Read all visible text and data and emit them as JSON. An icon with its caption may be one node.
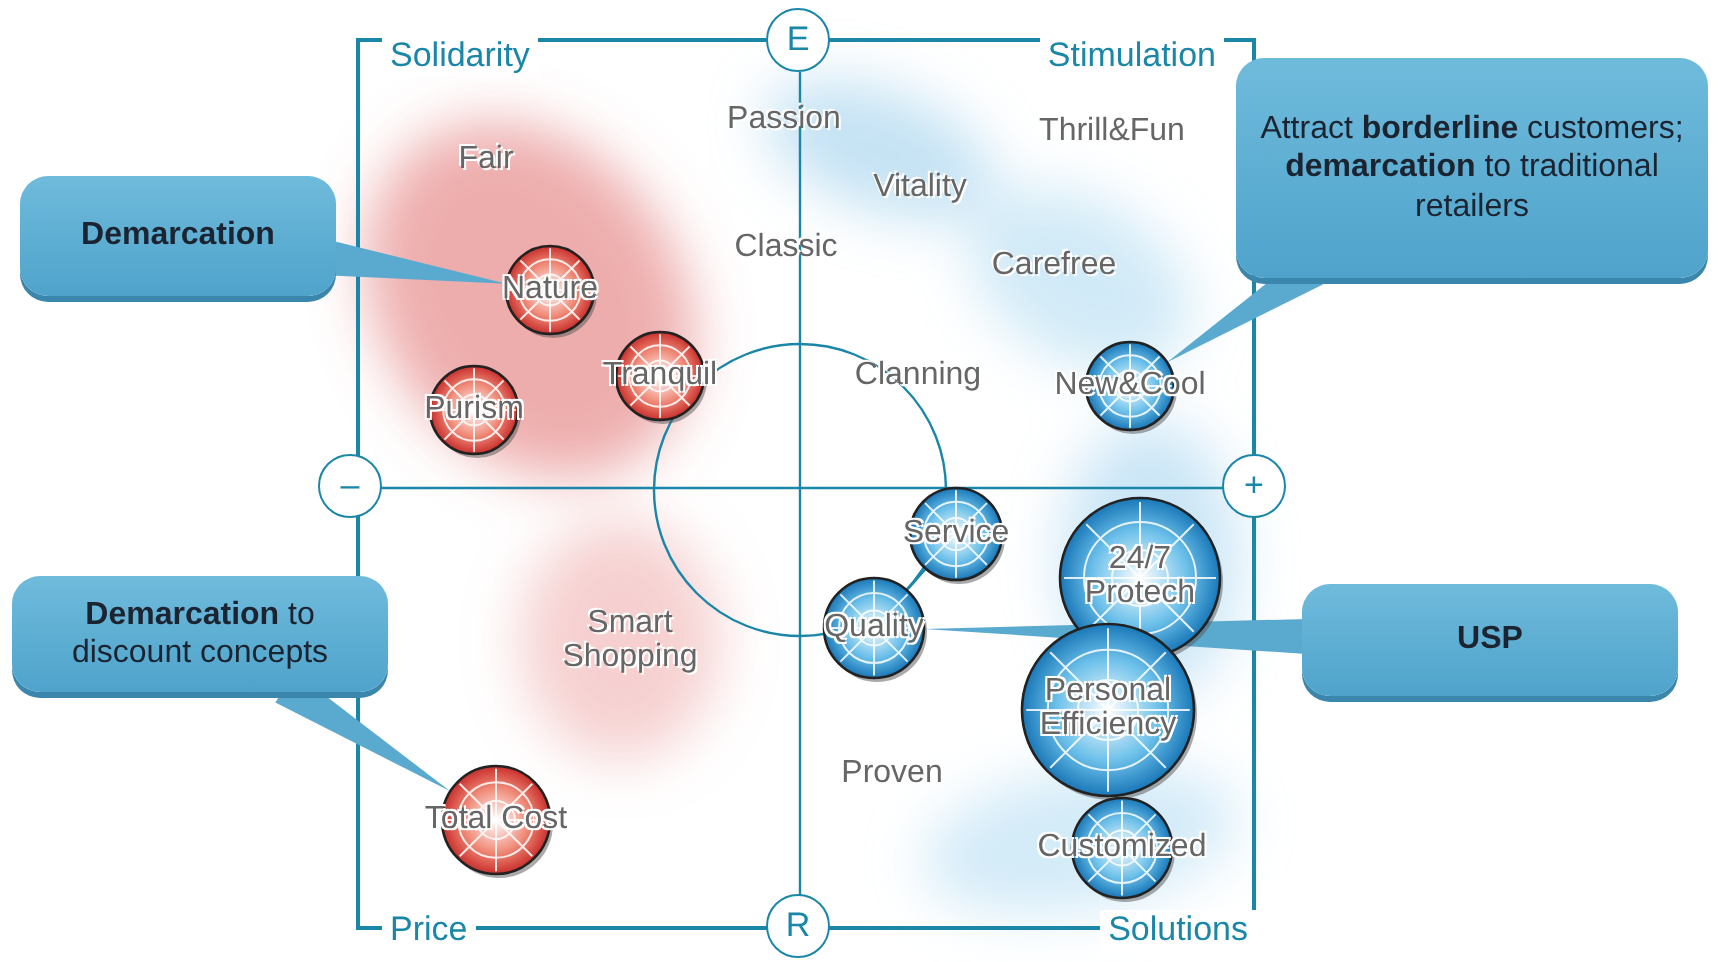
{
  "diagram": {
    "nodes": [
      {
        "text": [
          "**Demarcation**"
        ]
      },
      {
        "text": [
          "**Demarcation** to discount concepts"
        ]
      },
      {
        "text": [
          "Attract **borderline** customers; **demarcation** to traditional retailers"
        ]
      },
      {
        "text": [
          "**USP**"
        ]
      },
      {
        "text": [
          "E"
        ]
      },
      {
        "text": [
          "–"
        ]
      },
      {
        "text": [
          "+"
        ]
      },
      {
        "text": [
          "R"
        ]
      },
      {
        "text": [
          "Nature"
        ]
      },
      {
        "text": [
          "Purism"
        ]
      },
      {
        "text": [
          "Tranquil"
        ]
      },
      {
        "text": [
          "New&Cool"
        ]
      },
      {
        "text": [
          "Service"
        ]
      },
      {
        "text": [
          "Quality"
        ]
      },
      {
        "text": [
          "24/7 Protech"
        ]
      },
      {
        "text": [
          "Personal Efficiency"
        ]
      },
      {
        "text": [
          "Customized"
        ]
      },
      {
        "text": [
          "Total Cost"
        ]
      }
    ],
    "edges": [
      {
        "from": 0,
        "to": 8,
        "arrow": "none"
      },
      {
        "from": 1,
        "to": 17,
        "arrow": "none"
      },
      {
        "from": 2,
        "to": 11,
        "arrow": "none"
      },
      {
        "from": 3,
        "to": 13,
        "arrow": "none"
      },
      {
        "from": 12,
        "to": 13,
        "arrow": "none"
      }
    ],
    "labels": [
      "Solidarity",
      "Stimulation",
      "Fair",
      "Passion",
      "Thrill&Fun",
      "Vitality",
      "Classic",
      "Carefree",
      "Clanning",
      "Smart Shopping",
      "Proven",
      "Price",
      "Solutions"
    ]
  }
}
